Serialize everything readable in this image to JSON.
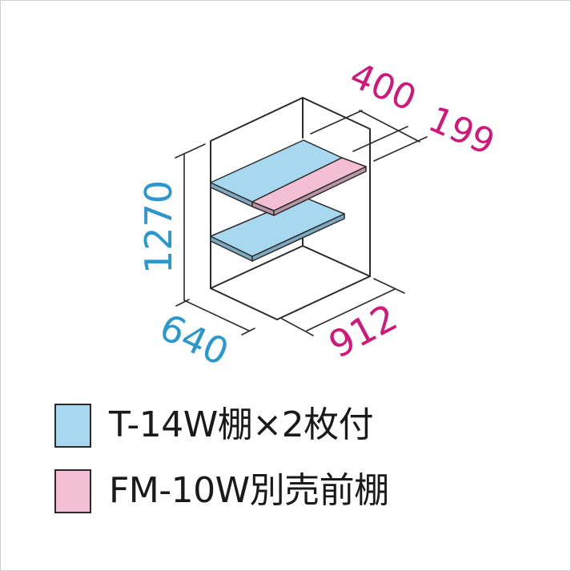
{
  "diagram": {
    "type": "storage-unit-dimension-drawing",
    "colors": {
      "line": "#2b2b2b",
      "shelf_standard": "#a7d8f0",
      "shelf_optional": "#f4bed5",
      "dim_blue": "#2b97cf",
      "dim_magenta": "#d1187a"
    },
    "dimensions": {
      "height": "1270",
      "depth": "640",
      "width": "912",
      "shelf_depth_standard": "400",
      "shelf_depth_optional": "199"
    }
  },
  "legend": {
    "items": [
      {
        "color": "#a7d8f0",
        "label": "T-14W棚×2枚付"
      },
      {
        "color": "#f4bed5",
        "label": "FM-10W別売前棚"
      }
    ]
  }
}
